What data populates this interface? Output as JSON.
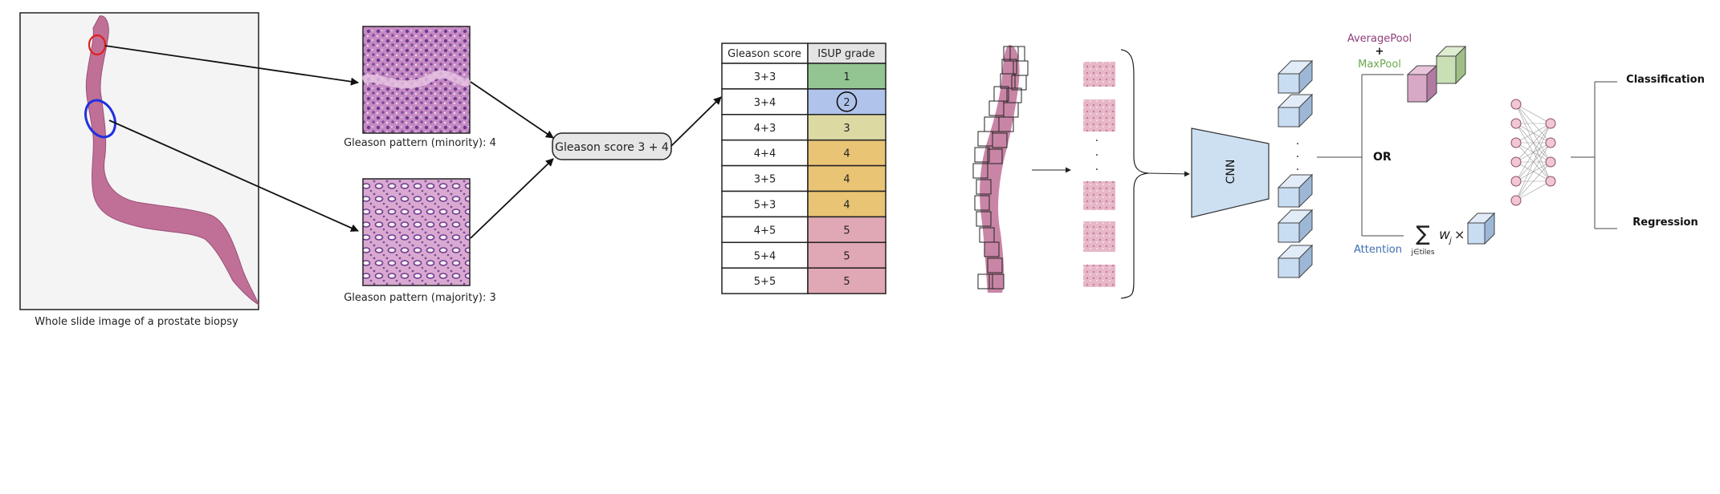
{
  "left_panel": {
    "wsi_caption": "Whole slide image of a prostate biopsy",
    "minority_caption": "Gleason pattern (minority): 4",
    "majority_caption": "Gleason pattern (majority): 3",
    "score_box_label": "Gleason score 3 + 4"
  },
  "grade_table": {
    "headers": [
      "Gleason score",
      "ISUP grade"
    ],
    "highlighted_grade": "2",
    "rows": [
      {
        "score": "3+3",
        "grade": "1",
        "color": "#93c593"
      },
      {
        "score": "3+4",
        "grade": "2",
        "color": "#b0c3ea"
      },
      {
        "score": "4+3",
        "grade": "3",
        "color": "#dcd9a3"
      },
      {
        "score": "4+4",
        "grade": "4",
        "color": "#e8c474"
      },
      {
        "score": "3+5",
        "grade": "4",
        "color": "#e8c474"
      },
      {
        "score": "5+3",
        "grade": "4",
        "color": "#e8c474"
      },
      {
        "score": "4+5",
        "grade": "5",
        "color": "#e0a7b4"
      },
      {
        "score": "5+4",
        "grade": "5",
        "color": "#e0a7b4"
      },
      {
        "score": "5+5",
        "grade": "5",
        "color": "#e0a7b4"
      }
    ]
  },
  "pipeline": {
    "cnn_label": "CNN",
    "or_label": "OR",
    "avgpool_label": "AveragePool",
    "plus_label": "+",
    "maxpool_label": "MaxPool",
    "attention_label": "Attention",
    "sum_symbol": "∑",
    "sum_subscript": "j∈tiles",
    "sum_weight": "w",
    "sum_weight_subscript": "j",
    "sum_times": "×",
    "classification_label": "Classification",
    "regression_label": "Regression",
    "colors": {
      "avgpool": "#8e3e7a",
      "maxpool": "#6aa84f",
      "attention": "#3d6fb4",
      "feature_block": "#c9ddf2",
      "cnn_fill": "#cde0f2",
      "tissue": "#c07096",
      "node_fill": "#f2c7d5"
    }
  }
}
